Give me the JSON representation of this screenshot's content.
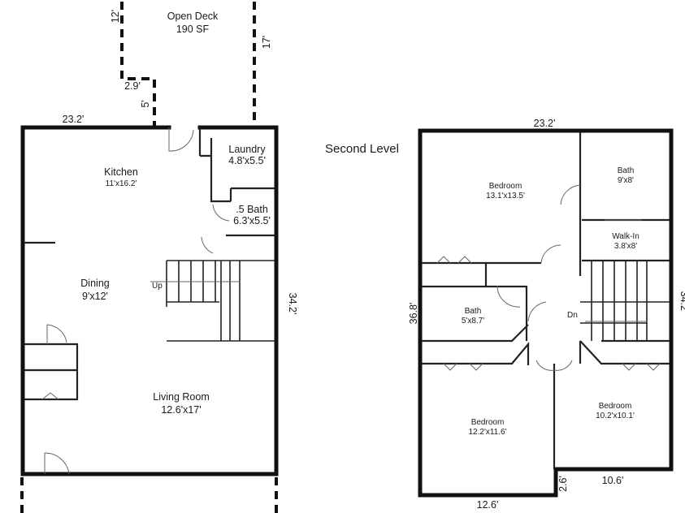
{
  "first_level": {
    "rooms": {
      "open_deck": {
        "name": "Open Deck",
        "size": "190 SF"
      },
      "kitchen": {
        "name": "Kitchen",
        "size": "11'x16.2'"
      },
      "laundry": {
        "name": "Laundry",
        "size": "4.8'x5.5'"
      },
      "half_bath": {
        "name": ".5 Bath",
        "size": "6.3'x5.5'"
      },
      "dining": {
        "name": "Dining",
        "size": "9'x12'"
      },
      "living_room": {
        "name": "Living Room",
        "size": "12.6'x17'"
      }
    },
    "stair_label": "Up",
    "dimensions": {
      "deck_left": "12'",
      "deck_right": "17'",
      "deck_step_w": "2.9'",
      "deck_step_h": "5'",
      "top_width": "23.2'",
      "right_height": "34.2'"
    }
  },
  "second_level": {
    "title": "Second Level",
    "rooms": {
      "bedroom_top": {
        "name": "Bedroom",
        "size": "13.1'x13.5'"
      },
      "bath_top": {
        "name": "Bath",
        "size": "9'x8'"
      },
      "walk_in": {
        "name": "Walk-In",
        "size": "3.8'x8'"
      },
      "bath_mid": {
        "name": "Bath",
        "size": "5'x8.7'"
      },
      "bedroom_left": {
        "name": "Bedroom",
        "size": "12.2'x11.6'"
      },
      "bedroom_right": {
        "name": "Bedroom",
        "size": "10.2'x10.1'"
      }
    },
    "stair_label": "Dn",
    "dimensions": {
      "top_width": "23.2'",
      "left_height": "36.8'",
      "right_height": "34.2'",
      "bottom_width": "12.6'",
      "bottom_step_w": "10.6'",
      "bottom_step_h": "2.6'"
    }
  }
}
